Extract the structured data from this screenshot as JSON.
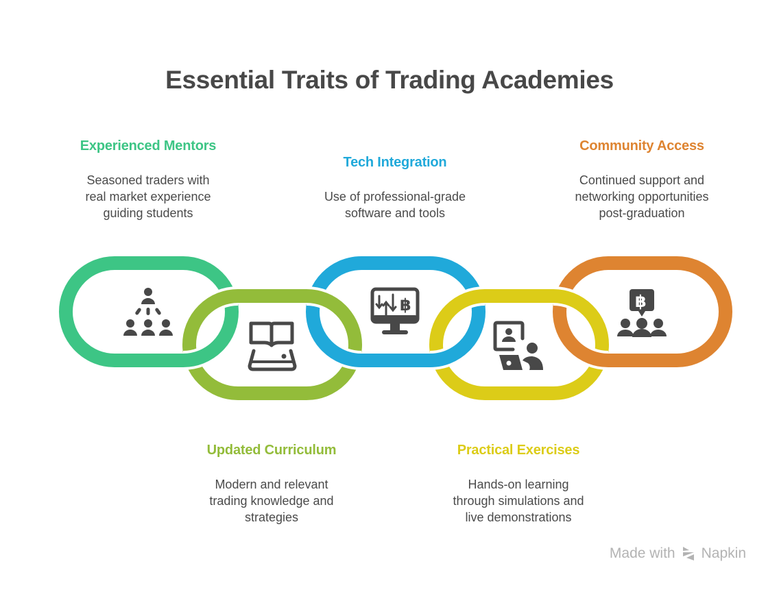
{
  "title": "Essential Traits of Trading Academies",
  "items": [
    {
      "heading": "Experienced Mentors",
      "color": "#3DC585",
      "lines": [
        "Seasoned traders with",
        "real market experience",
        "guiding students"
      ],
      "icon": "mentor-hierarchy-icon"
    },
    {
      "heading": "Updated Curriculum",
      "color": "#93BC3A",
      "lines": [
        "Modern and relevant",
        "trading knowledge and",
        "strategies"
      ],
      "icon": "book-tablet-icon"
    },
    {
      "heading": "Tech Integration",
      "color": "#20A9DA",
      "lines": [
        "Use of professional-grade",
        "software and tools"
      ],
      "icon": "trading-monitor-icon"
    },
    {
      "heading": "Practical Exercises",
      "color": "#DCCC18",
      "lines": [
        "Hands-on learning",
        "through simulations and",
        "live demonstrations"
      ],
      "icon": "online-learning-icon"
    },
    {
      "heading": "Community Access",
      "color": "#DE8431",
      "lines": [
        "Continued support and",
        "networking opportunities",
        "post-graduation"
      ],
      "icon": "crypto-community-icon"
    }
  ],
  "footer": {
    "made_with": "Made with",
    "brand": "Napkin"
  }
}
